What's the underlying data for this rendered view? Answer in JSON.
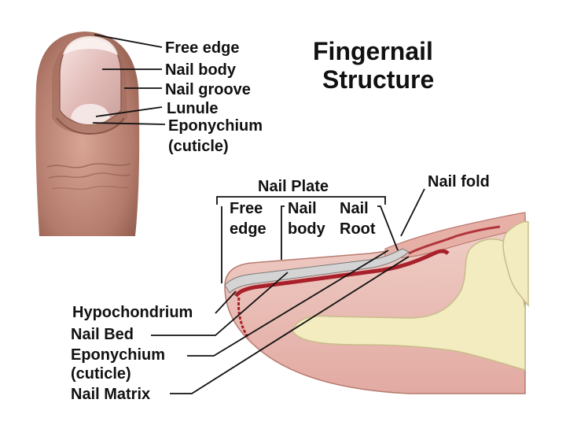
{
  "title": {
    "line1": "Fingernail",
    "line2": "Structure"
  },
  "finger_labels": {
    "free_edge": "Free edge",
    "nail_body": "Nail body",
    "nail_groove": "Nail groove",
    "lunule": "Lunule",
    "eponychium": "Eponychium",
    "cuticle": "(cuticle)"
  },
  "section_labels": {
    "nail_plate": "Nail Plate",
    "free_edge_1": "Free",
    "free_edge_2": "edge",
    "nail_body_1": "Nail",
    "nail_body_2": "body",
    "nail_root_1": "Nail",
    "nail_root_2": "Root",
    "nail_fold": "Nail fold",
    "hypochondrium": "Hypochondrium",
    "nail_bed": "Nail Bed",
    "eponychium": "Eponychium",
    "cuticle": "(cuticle)",
    "nail_matrix": "Nail Matrix"
  },
  "colors": {
    "skin_dark": "#b07868",
    "skin_light": "#e8bcb0",
    "nail_pink": "#ecc8c4",
    "bone": "#f2ecc0",
    "matrix_red": "#a8202a",
    "leader": "#111111"
  }
}
